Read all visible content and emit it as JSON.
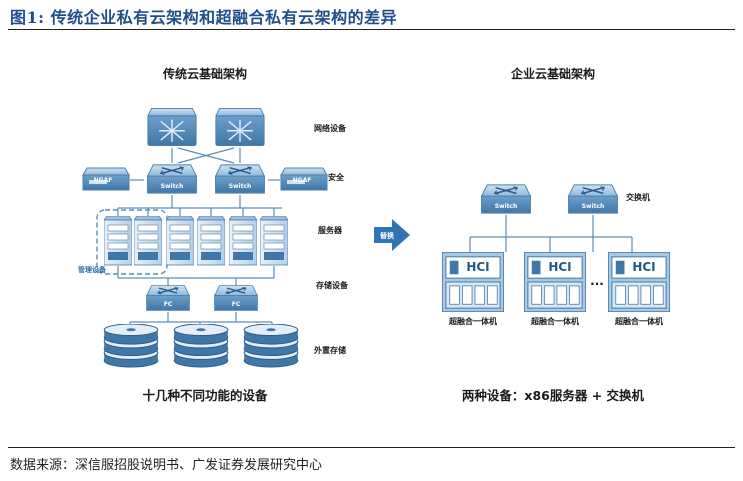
{
  "figure": {
    "title": "图1:  传统企业私有云架构和超融合私有云架构的差异",
    "source": "数据来源：深信服招股说明书、广发证券发展研究中心"
  },
  "left": {
    "heading": "传统云基础架构",
    "labels": {
      "network": "网络设备",
      "security": "安全",
      "server": "服务器",
      "storage_net": "存储设备",
      "ext_storage": "外置存储",
      "mgmt": "管理设备"
    },
    "switch_label": "Switch",
    "fc_label": "FC",
    "ngaf_label": "NGAF",
    "caption": "十几种不同功能的设备"
  },
  "arrow_label": "替换",
  "right": {
    "heading": "企业云基础架构",
    "labels": {
      "switch_side": "交换机"
    },
    "switch_label": "Switch",
    "hci_label": "HCI",
    "node_label": "超融合一体机",
    "ellipsis": "···",
    "caption": "两种设备：x86服务器 + 交换机"
  }
}
